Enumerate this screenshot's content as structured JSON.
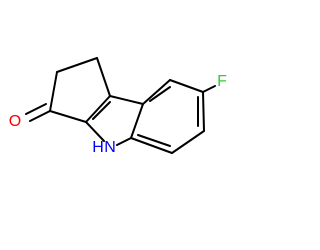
{
  "molecule": {
    "atoms": {
      "oxygen": "O",
      "fluorine": "F",
      "nh": "N",
      "nh_h": "H"
    },
    "colors": {
      "bond": "#000000",
      "oxygen": "#ff0000",
      "fluorine": "#33cc33",
      "nitrogen": "#0000ff",
      "background": "#ffffff"
    }
  }
}
